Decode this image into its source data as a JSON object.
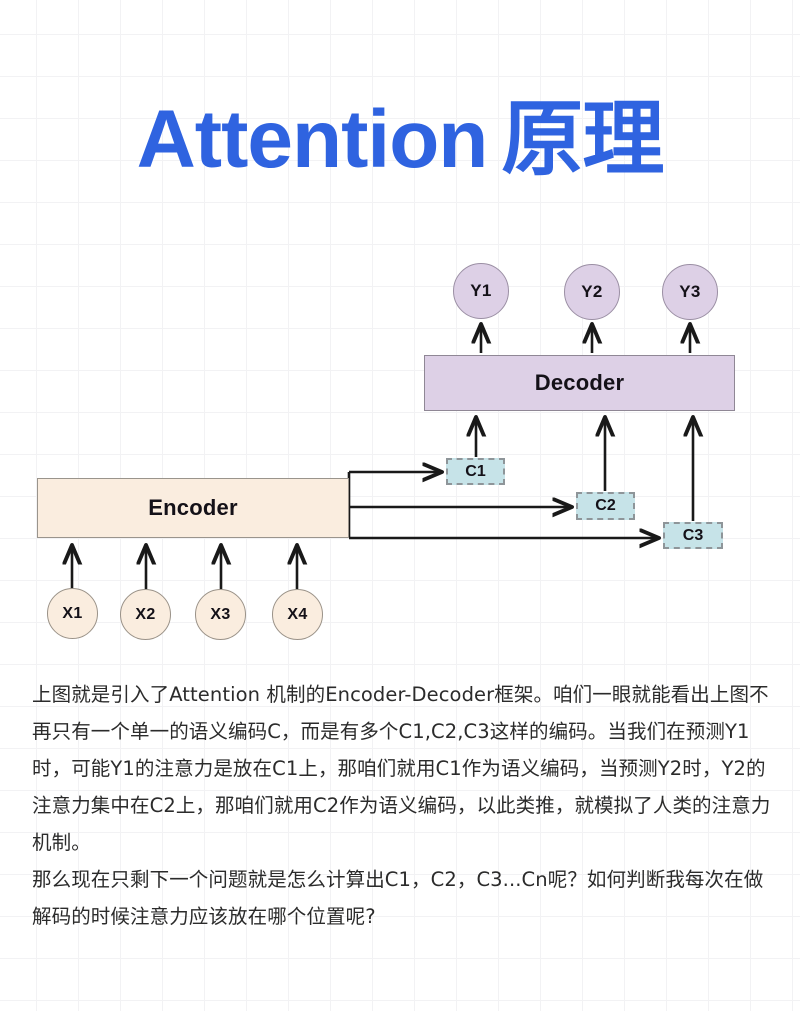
{
  "title": {
    "english": "Attention",
    "chinese": "原理",
    "color": "#2f63e0"
  },
  "diagram": {
    "type": "encoder-decoder-attention",
    "encoder": {
      "label": "Encoder",
      "fill": "#faeddf",
      "stroke": "#9a948c"
    },
    "decoder": {
      "label": "Decoder",
      "fill": "#ddd0e6",
      "stroke": "#8f8795"
    },
    "inputs": [
      {
        "label": "X1"
      },
      {
        "label": "X2"
      },
      {
        "label": "X3"
      },
      {
        "label": "X4"
      }
    ],
    "input_style": {
      "fill": "#faeddf",
      "stroke": "#9a9288"
    },
    "contexts": [
      {
        "label": "C1"
      },
      {
        "label": "C2"
      },
      {
        "label": "C3"
      }
    ],
    "context_style": {
      "fill": "#c6e3e8",
      "stroke": "#8e9599",
      "border": "dashed"
    },
    "outputs": [
      {
        "label": "Y1"
      },
      {
        "label": "Y2"
      },
      {
        "label": "Y3"
      }
    ],
    "output_style": {
      "fill": "#ddd0e6",
      "stroke": "#9b8fa4"
    },
    "arrow_color": "#191919"
  },
  "body": {
    "paragraphs": [
      "上图就是引入了Attention 机制的Encoder-Decoder框架。咱们一眼就能看出上图不再只有一个单一的语义编码C，而是有多个C1,C2,C3这样的编码。当我们在预测Y1时，可能Y1的注意力是放在C1上，那咱们就用C1作为语义编码，当预测Y2时，Y2的注意力集中在C2上，那咱们就用C2作为语义编码，以此类推，就模拟了人类的注意力机制。",
      "那么现在只剩下一个问题就是怎么计算出C1，C2，C3...Cn呢？如何判断我每次在做解码的时候注意力应该放在哪个位置呢?"
    ]
  }
}
